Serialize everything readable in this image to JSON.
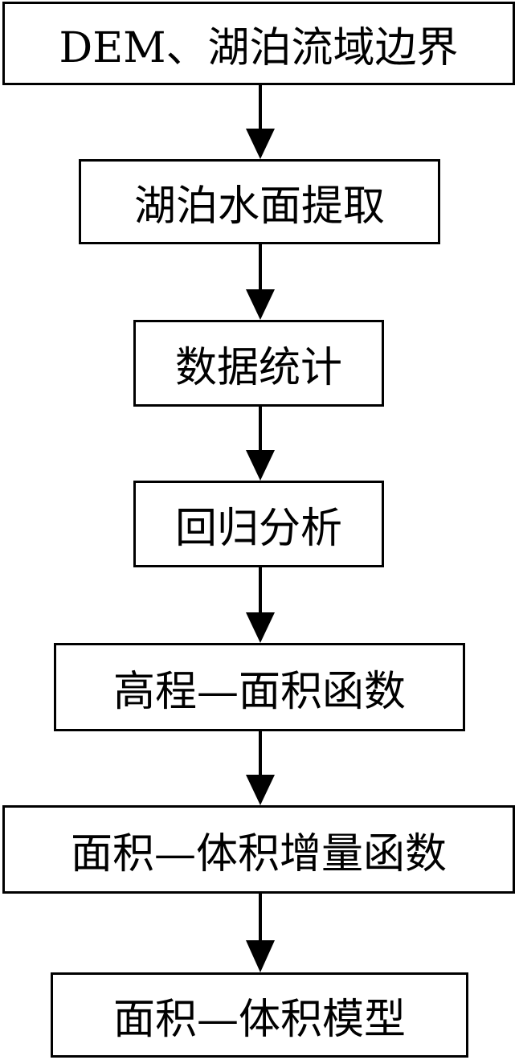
{
  "flowchart": {
    "steps": [
      {
        "label": "DEM、湖泊流域边界"
      },
      {
        "label": "湖泊水面提取"
      },
      {
        "label": "数据统计"
      },
      {
        "label": "回归分析"
      },
      {
        "label": "高程—面积函数"
      },
      {
        "label": "面积—体积增量函数"
      },
      {
        "label": "面积—体积模型"
      }
    ],
    "colors": {
      "stroke": "#000000",
      "fill": "#ffffff",
      "text": "#000000"
    }
  }
}
